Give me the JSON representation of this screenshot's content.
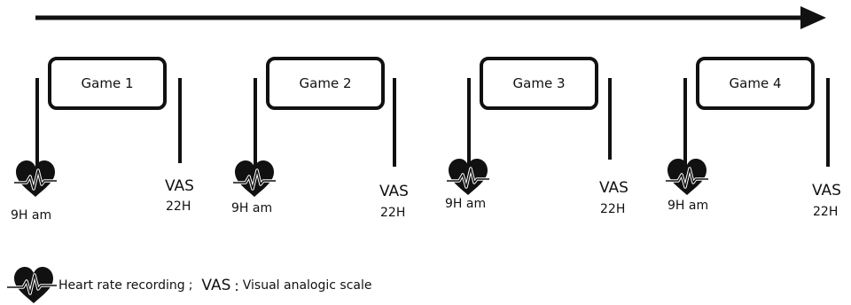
{
  "games": [
    {
      "label": "Game 1",
      "start_time": "9H am",
      "end_label": "VAS",
      "end_time": "22H"
    },
    {
      "label": "Game 2",
      "start_time": "9H am",
      "end_label": "VAS",
      "end_time": "22H"
    },
    {
      "label": "Game 3",
      "start_time": "9H am",
      "end_label": "VAS",
      "end_time": "22H"
    },
    {
      "label": "Game 4",
      "start_time": "9H am",
      "end_label": "VAS",
      "end_time": "22H"
    }
  ],
  "legend": {
    "heart_icon": "heart-rate-icon",
    "heart_label": "Heart rate recording",
    "separator": ";",
    "vas_abbr": "VAS",
    "colon": ":",
    "vas_desc": "Visual analogic scale"
  },
  "colors": {
    "ink": "#111111",
    "background": "#ffffff"
  }
}
